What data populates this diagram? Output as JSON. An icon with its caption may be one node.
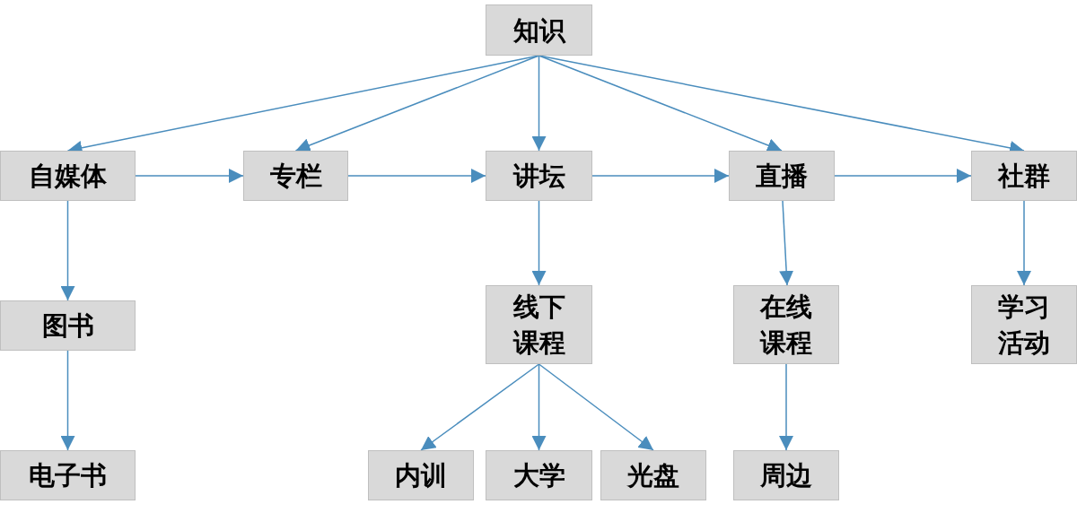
{
  "diagram": {
    "nodes": [
      {
        "text": [
          "知识"
        ]
      },
      {
        "text": [
          "自媒体"
        ]
      },
      {
        "text": [
          "专栏"
        ]
      },
      {
        "text": [
          "讲坛"
        ]
      },
      {
        "text": [
          "直播"
        ]
      },
      {
        "text": [
          "社群"
        ]
      },
      {
        "text": [
          "图书"
        ]
      },
      {
        "text": [
          "线下课程"
        ]
      },
      {
        "text": [
          "在线课程"
        ]
      },
      {
        "text": [
          "学习活动"
        ]
      },
      {
        "text": [
          "电子书"
        ]
      },
      {
        "text": [
          "内训"
        ]
      },
      {
        "text": [
          "大学"
        ]
      },
      {
        "text": [
          "光盘"
        ]
      },
      {
        "text": [
          "周边"
        ]
      }
    ],
    "edges": [
      {
        "from": 0,
        "to": 1,
        "arrow": "to"
      },
      {
        "from": 0,
        "to": 2,
        "arrow": "to"
      },
      {
        "from": 0,
        "to": 3,
        "arrow": "to"
      },
      {
        "from": 0,
        "to": 4,
        "arrow": "to"
      },
      {
        "from": 0,
        "to": 5,
        "arrow": "to"
      },
      {
        "from": 1,
        "to": 2,
        "arrow": "to"
      },
      {
        "from": 2,
        "to": 3,
        "arrow": "to"
      },
      {
        "from": 3,
        "to": 4,
        "arrow": "to"
      },
      {
        "from": 4,
        "to": 5,
        "arrow": "to"
      },
      {
        "from": 1,
        "to": 6,
        "arrow": "to"
      },
      {
        "from": 6,
        "to": 10,
        "arrow": "to"
      },
      {
        "from": 3,
        "to": 7,
        "arrow": "to"
      },
      {
        "from": 7,
        "to": 11,
        "arrow": "to"
      },
      {
        "from": 7,
        "to": 12,
        "arrow": "to"
      },
      {
        "from": 7,
        "to": 13,
        "arrow": "to"
      },
      {
        "from": 4,
        "to": 8,
        "arrow": "to"
      },
      {
        "from": 8,
        "to": 14,
        "arrow": "to"
      },
      {
        "from": 5,
        "to": 9,
        "arrow": "to"
      }
    ]
  }
}
